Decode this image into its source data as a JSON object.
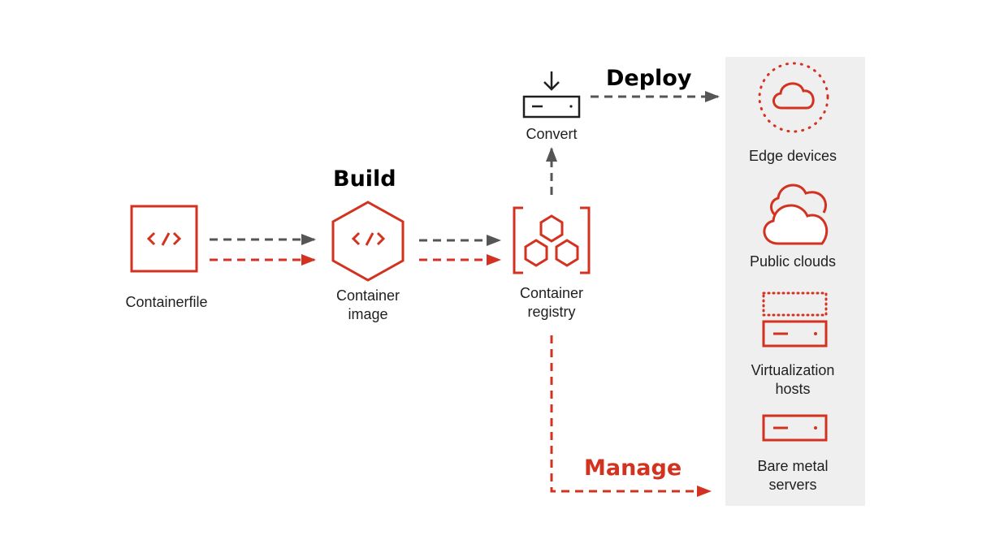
{
  "labels": {
    "containerfile": "Containerfile",
    "container_image_line1": "Container",
    "container_image_line2": "image",
    "container_registry_line1": "Container",
    "container_registry_line2": "registry",
    "convert": "Convert",
    "edge_devices": "Edge devices",
    "public_clouds": "Public clouds",
    "virtualization_line1": "Virtualization",
    "virtualization_line2": "hosts",
    "bare_metal_line1": "Bare metal",
    "bare_metal_line2": "servers"
  },
  "stages": {
    "build": "Build",
    "deploy": "Deploy",
    "manage": "Manage"
  },
  "icons": {
    "containerfile": "code-file-icon",
    "container_image": "code-hexagon-icon",
    "container_registry": "hexagon-cluster-icon",
    "convert": "download-tray-icon",
    "edge_devices": "cloud-dotted-circle-icon",
    "public_clouds": "clouds-icon",
    "virtualization": "server-stack-icon",
    "bare_metal": "server-icon"
  },
  "colors": {
    "accent_red": "#d2321f",
    "arrow_gray": "#555555",
    "panel_bg": "#efefef",
    "text": "#1f1f1f"
  }
}
